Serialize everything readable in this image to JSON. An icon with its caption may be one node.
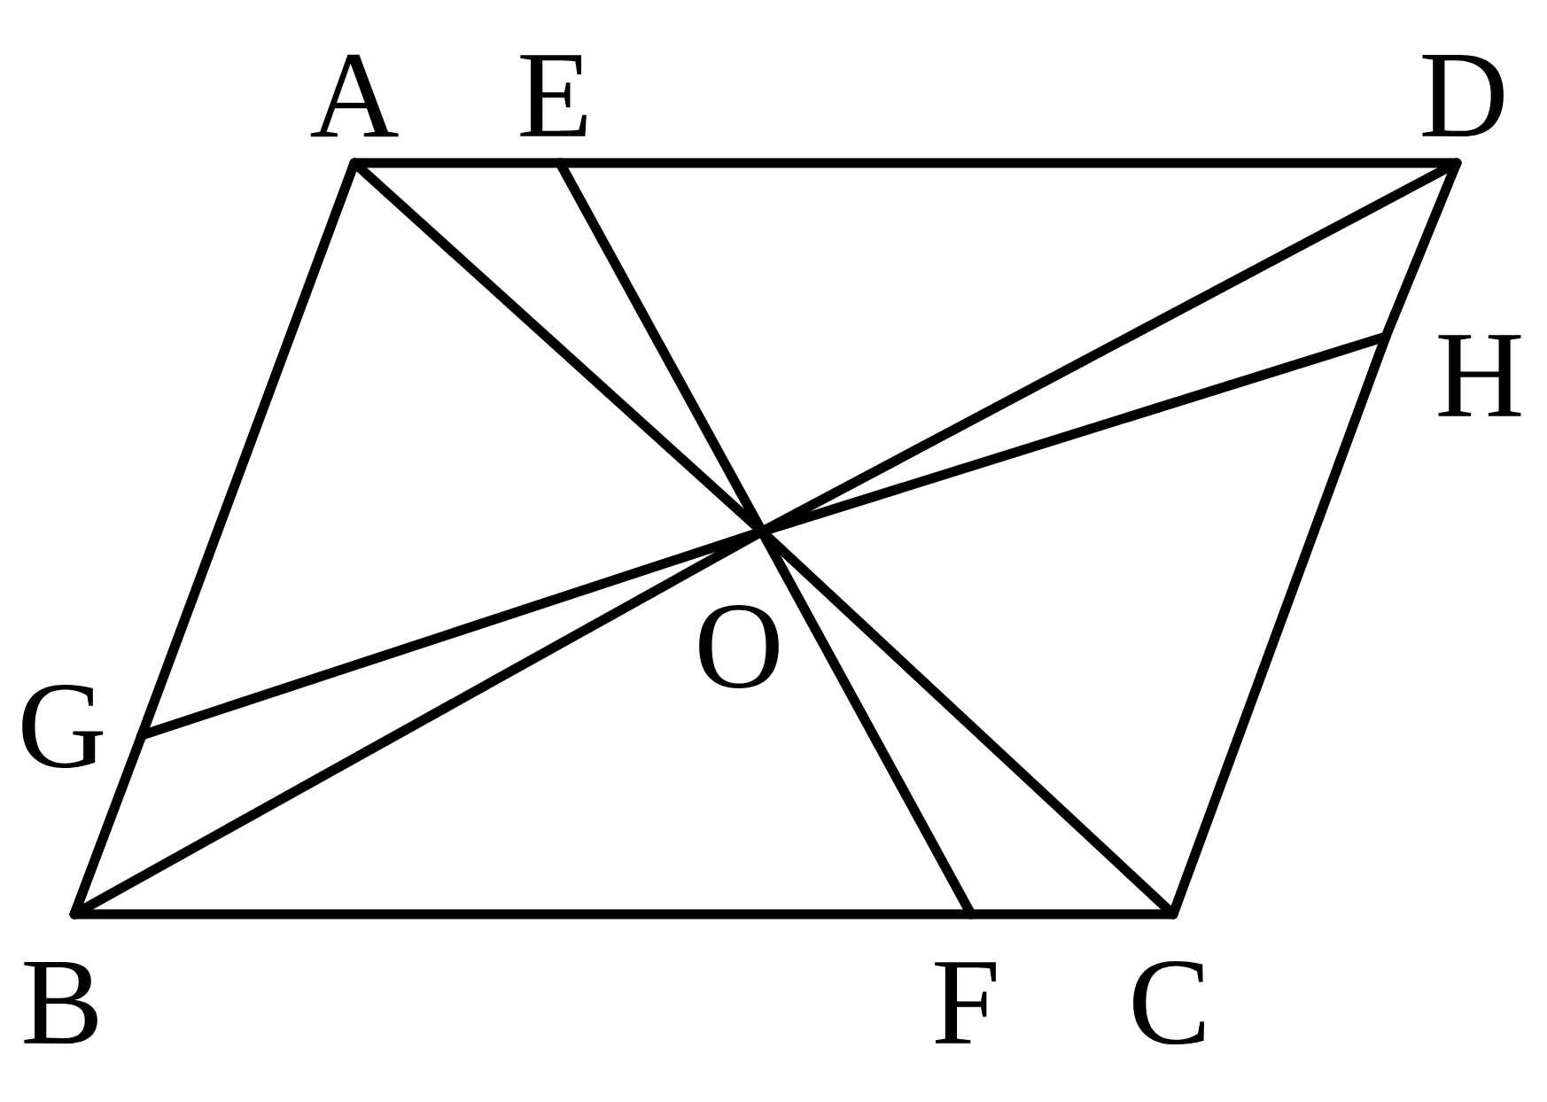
{
  "diagram": {
    "nodes": [
      {
        "text": [
          "A"
        ]
      },
      {
        "text": [
          "E"
        ]
      },
      {
        "text": [
          "D"
        ]
      },
      {
        "text": [
          "H"
        ]
      },
      {
        "text": [
          "O"
        ]
      },
      {
        "text": [
          "G"
        ]
      },
      {
        "text": [
          "B"
        ]
      },
      {
        "text": [
          "F"
        ]
      },
      {
        "text": [
          "C"
        ]
      }
    ],
    "edges": [
      {
        "from": 0,
        "to": 1,
        "arrow": "none"
      },
      {
        "from": 1,
        "to": 2,
        "arrow": "none"
      },
      {
        "from": 2,
        "to": 3,
        "arrow": "none"
      },
      {
        "from": 3,
        "to": 8,
        "arrow": "none"
      },
      {
        "from": 8,
        "to": 7,
        "arrow": "none"
      },
      {
        "from": 7,
        "to": 6,
        "arrow": "none"
      },
      {
        "from": 6,
        "to": 5,
        "arrow": "none"
      },
      {
        "from": 5,
        "to": 0,
        "arrow": "none"
      },
      {
        "from": 0,
        "to": 4,
        "arrow": "none"
      },
      {
        "from": 4,
        "to": 8,
        "arrow": "none"
      },
      {
        "from": 6,
        "to": 4,
        "arrow": "none"
      },
      {
        "from": 4,
        "to": 2,
        "arrow": "none"
      },
      {
        "from": 1,
        "to": 4,
        "arrow": "none"
      },
      {
        "from": 4,
        "to": 7,
        "arrow": "none"
      },
      {
        "from": 5,
        "to": 4,
        "arrow": "none"
      },
      {
        "from": 4,
        "to": 3,
        "arrow": "none"
      }
    ]
  }
}
